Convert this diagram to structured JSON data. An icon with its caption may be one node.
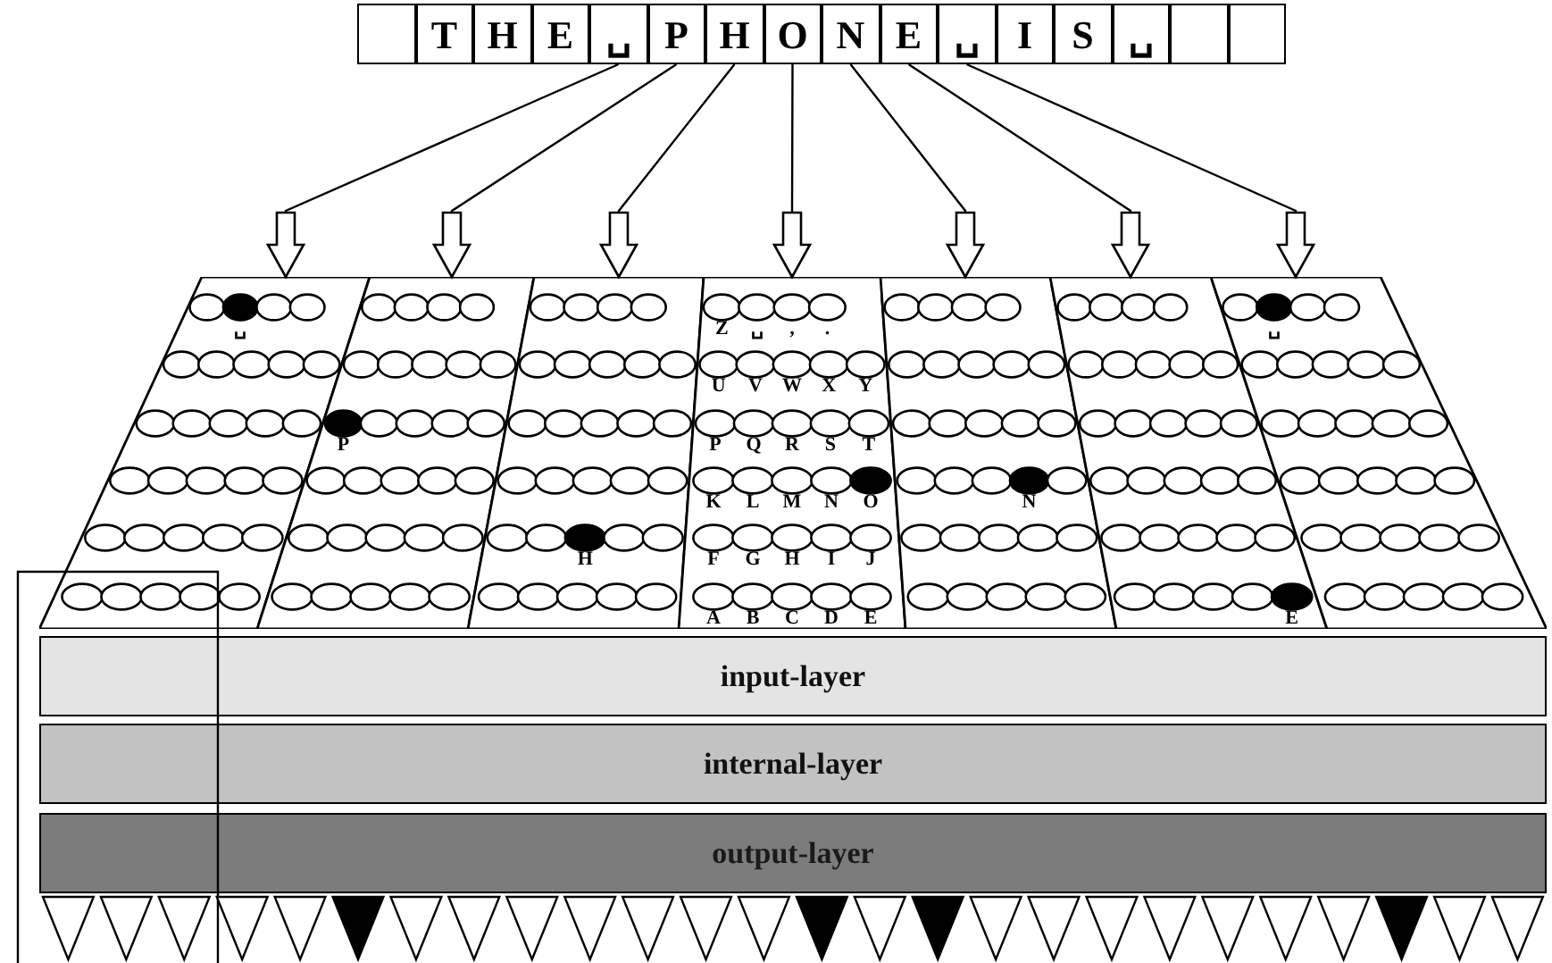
{
  "diagram": {
    "nodes": [
      {
        "text": [],
        "shape": "box"
      },
      {
        "text": [
          "T"
        ]
      },
      {
        "text": [
          "H"
        ]
      },
      {
        "text": [
          "E"
        ]
      },
      {
        "text": [
          "␣"
        ]
      },
      {
        "text": [
          "P"
        ]
      },
      {
        "text": [
          "H"
        ]
      },
      {
        "text": [
          "O"
        ]
      },
      {
        "text": [
          "N"
        ]
      },
      {
        "text": [
          "E"
        ]
      },
      {
        "text": [
          "␣"
        ]
      },
      {
        "text": [
          "I"
        ]
      },
      {
        "text": [
          "S"
        ]
      },
      {
        "text": [
          "␣"
        ]
      },
      {
        "text": [],
        "shape": "box"
      },
      {
        "text": [],
        "shape": "box"
      },
      {
        "text": [
          "␣"
        ]
      },
      {
        "text": [
          "P"
        ]
      },
      {
        "text": [
          "H"
        ]
      },
      {
        "text": [
          "Z",
          "␣",
          ",",
          ".",
          "U",
          "V",
          "W",
          "X",
          "Y",
          "P",
          "Q",
          "R",
          "S",
          "T",
          "K",
          "L",
          "M",
          "N",
          "O",
          "F",
          "G",
          "H",
          "I",
          "J",
          "A",
          "B",
          "C",
          "D",
          "E"
        ]
      },
      {
        "text": [
          "N"
        ]
      },
      {
        "text": [
          "E"
        ]
      },
      {
        "text": [
          "␣"
        ]
      },
      {
        "text": [
          "input-layer"
        ]
      },
      {
        "text": [
          "internal-layer"
        ]
      },
      {
        "text": [
          "output-layer"
        ]
      }
    ],
    "edges": [
      {
        "from": 4,
        "to": 16,
        "arrow": "to"
      },
      {
        "from": 5,
        "to": 17,
        "arrow": "to"
      },
      {
        "from": 6,
        "to": 18,
        "arrow": "to"
      },
      {
        "from": 7,
        "to": 19,
        "arrow": "to"
      },
      {
        "from": 8,
        "to": 20,
        "arrow": "to"
      },
      {
        "from": 9,
        "to": 21,
        "arrow": "to"
      },
      {
        "from": 10,
        "to": 22,
        "arrow": "to"
      }
    ]
  }
}
